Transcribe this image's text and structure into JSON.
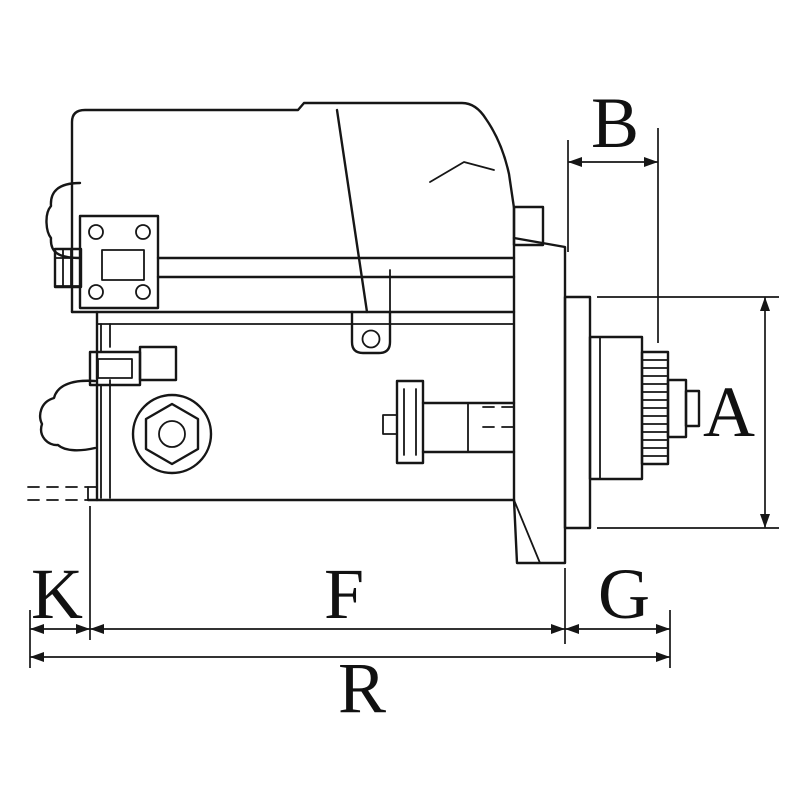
{
  "colors": {
    "line": "#161616",
    "background": "#ffffff"
  },
  "dimension_labels": {
    "b": "B",
    "a": "A",
    "k": "K",
    "f": "F",
    "g": "G",
    "r": "R"
  }
}
